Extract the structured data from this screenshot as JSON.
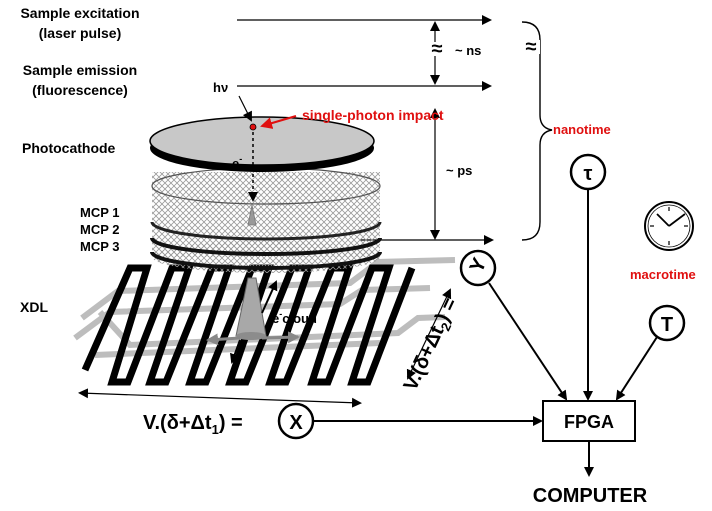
{
  "labels": {
    "excitation_1": "Sample excitation",
    "excitation_2": "(laser pulse)",
    "emission_1": "Sample emission",
    "emission_2": "(fluorescence)",
    "photocathode": "Photocathode",
    "mcp1": "MCP 1",
    "mcp2": "MCP 2",
    "mcp3": "MCP 3",
    "xdl": "XDL",
    "hv": "hν",
    "electron": "e",
    "electron_sup": "-",
    "single_photon": "single-photon impact",
    "ns": "~ ns",
    "ps": "~ ps",
    "approx": "≈",
    "nanotime": "nanotime",
    "macrotime": "macrotime",
    "tau": "τ",
    "T": "T",
    "Y": "Y",
    "X": "X",
    "e_cloud_sup": "-",
    "e_cloud_e": "e",
    "e_cloud": "cloud",
    "vx_prefix": "V.(δ+Δt",
    "vx_sub": "1",
    "vx_suffix": ") =",
    "vy_prefix": "V.(δ+Δt",
    "vy_sub": "2",
    "vy_suffix": ") =",
    "fpga": "FPGA",
    "computer": "COMPUTER"
  },
  "colors": {
    "accent_red": "#e01010",
    "disk_gray": "#c8c8c8",
    "grid_gray": "#c0c0c0"
  }
}
